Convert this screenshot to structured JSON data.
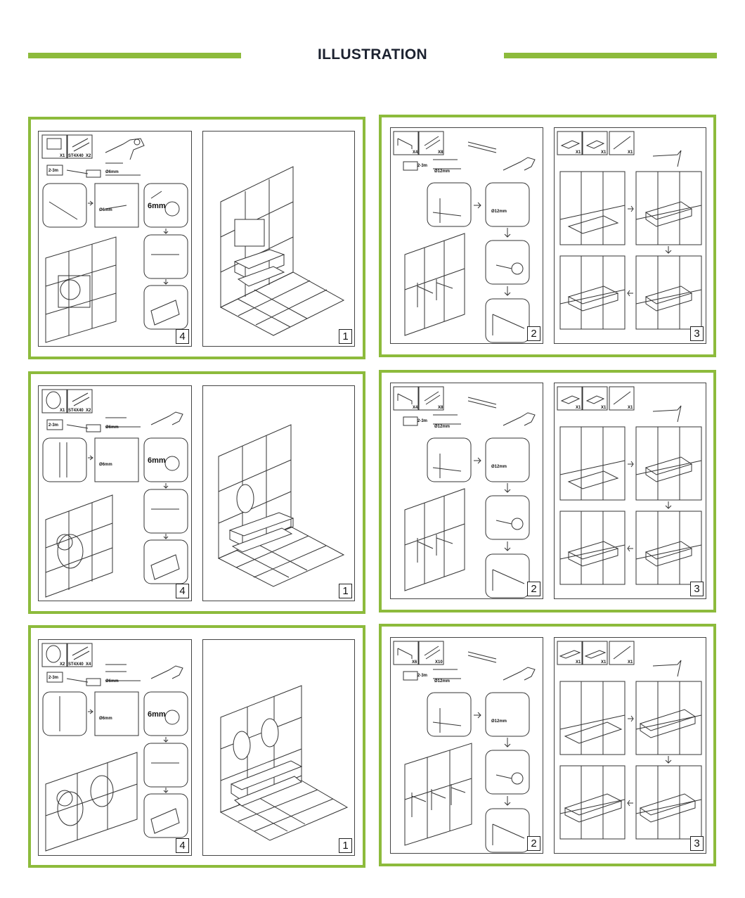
{
  "header": {
    "title": "ILLUSTRATION",
    "accent_color": "#8dbb3c"
  },
  "rows": [
    {
      "left": {
        "steps": {
          "a": "4",
          "b": "1"
        },
        "parts": [
          {
            "qty": "X1",
            "code": ""
          },
          {
            "qty": "X2",
            "code": "ST4X40"
          }
        ],
        "height": "2-3m",
        "drill": "Ø6mm",
        "plug": "6mm"
      },
      "right": {
        "steps": {
          "a": "2",
          "b": "3"
        },
        "parts": [
          {
            "qty": "X4"
          },
          {
            "qty": "X8"
          }
        ],
        "basin_parts": [
          {
            "qty": "X1"
          },
          {
            "qty": "X1"
          },
          {
            "qty": "X1"
          }
        ],
        "height": "2-3m",
        "drill": "Ø12mm"
      }
    },
    {
      "left": {
        "steps": {
          "a": "4",
          "b": "1"
        },
        "parts": [
          {
            "qty": "X1",
            "code": ""
          },
          {
            "qty": "X2",
            "code": "ST4X40"
          }
        ],
        "height": "2-3m",
        "drill": "Ø6mm",
        "plug": "6mm"
      },
      "right": {
        "steps": {
          "a": "2",
          "b": "3"
        },
        "parts": [
          {
            "qty": "X4"
          },
          {
            "qty": "X8"
          }
        ],
        "basin_parts": [
          {
            "qty": "X1"
          },
          {
            "qty": "X1"
          },
          {
            "qty": "X1"
          }
        ],
        "height": "2-3m",
        "drill": "Ø12mm"
      }
    },
    {
      "left": {
        "steps": {
          "a": "4",
          "b": "1"
        },
        "parts": [
          {
            "qty": "X2",
            "code": ""
          },
          {
            "qty": "X4",
            "code": "ST4X40"
          }
        ],
        "height": "2-3m",
        "drill": "Ø6mm",
        "plug": "6mm"
      },
      "right": {
        "steps": {
          "a": "2",
          "b": "3"
        },
        "parts": [
          {
            "qty": "X6"
          },
          {
            "qty": "X10"
          }
        ],
        "basin_parts": [
          {
            "qty": "X1"
          },
          {
            "qty": "X1"
          },
          {
            "qty": "X1"
          }
        ],
        "height": "2-3m",
        "drill": "Ø12mm"
      }
    }
  ]
}
